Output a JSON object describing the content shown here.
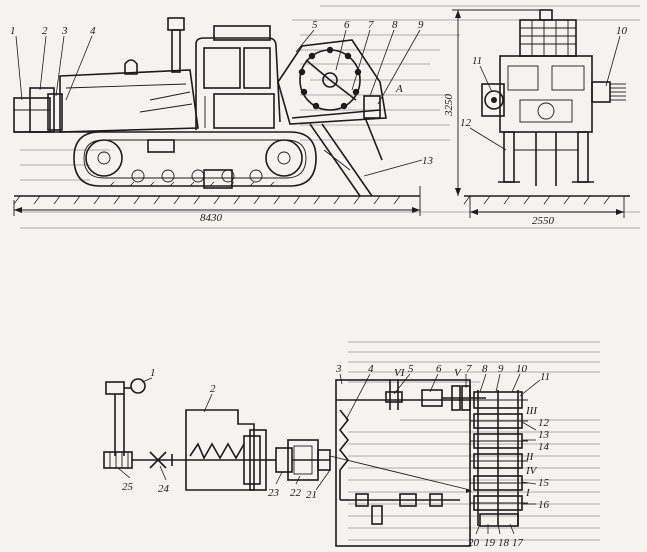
{
  "top_figure": {
    "side_view": {
      "labels": [
        "1",
        "2",
        "3",
        "4",
        "5",
        "6",
        "7",
        "8",
        "9",
        "13"
      ],
      "view_marker": "A",
      "length_dimension": "8430"
    },
    "front_view": {
      "labels": [
        "10",
        "11",
        "12"
      ],
      "height_dimension": "3250",
      "width_dimension": "2550"
    }
  },
  "bottom_figure": {
    "labels": [
      "1",
      "2",
      "3",
      "4",
      "5",
      "6",
      "7",
      "8",
      "9",
      "10",
      "11",
      "12",
      "13",
      "14",
      "15",
      "16",
      "17",
      "18",
      "19",
      "20",
      "21",
      "22",
      "23",
      "24",
      "25"
    ],
    "shaft_labels": [
      "VI",
      "V",
      "III",
      "II",
      "IV",
      "I"
    ]
  }
}
